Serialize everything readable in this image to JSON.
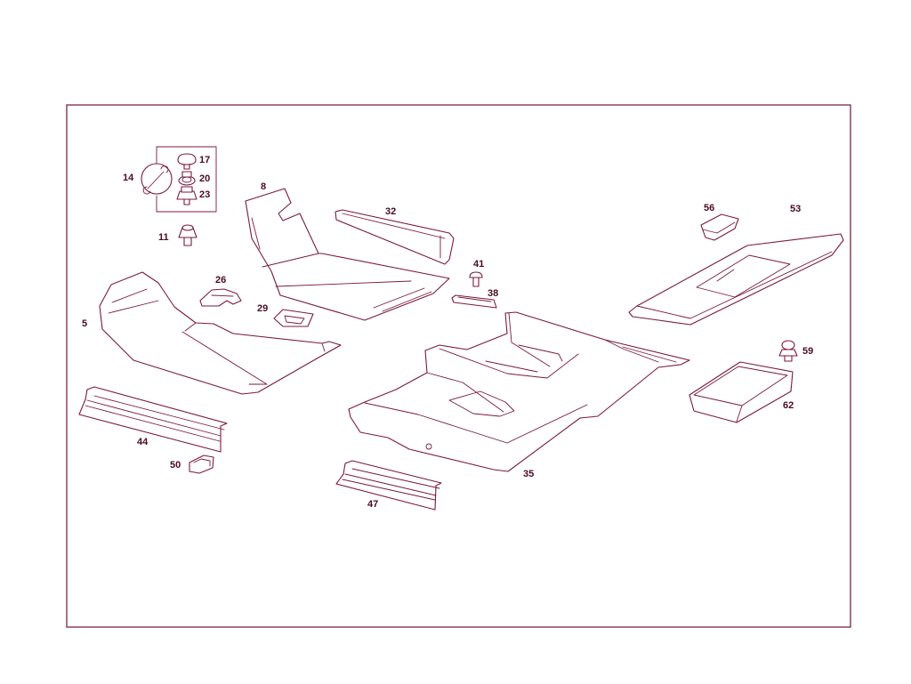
{
  "colors": {
    "line": "#7a1a3e",
    "text": "#4a0c22",
    "background": "#ffffff"
  },
  "callouts": {
    "c5": "5",
    "c8": "8",
    "c11": "11",
    "c14": "14",
    "c17": "17",
    "c20": "20",
    "c23": "23",
    "c26": "26",
    "c29": "29",
    "c32": "32",
    "c35": "35",
    "c38": "38",
    "c41": "41",
    "c44": "44",
    "c47": "47",
    "c50": "50",
    "c53": "53",
    "c56": "56",
    "c59": "59",
    "c62": "62"
  }
}
